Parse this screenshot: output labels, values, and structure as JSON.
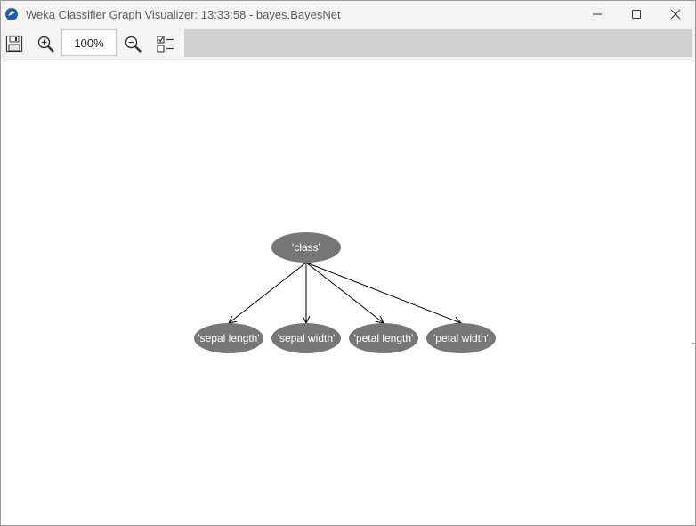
{
  "window": {
    "title": "Weka Classifier Graph Visualizer: 13:33:58 - bayes.BayesNet",
    "controls": [
      "minimize-icon",
      "maximize-icon",
      "close-icon"
    ]
  },
  "toolbar": {
    "buttons": [
      {
        "name": "save-icon",
        "label": ""
      },
      {
        "name": "zoom-in-icon",
        "label": ""
      },
      {
        "name": "zoom-out-icon",
        "label": ""
      },
      {
        "name": "layout-properties-icon",
        "label": ""
      }
    ],
    "zoom_value": "100%"
  },
  "graph": {
    "nodes": [
      {
        "id": "class",
        "label": "'class'"
      },
      {
        "id": "sepal_length",
        "label": "'sepal length'"
      },
      {
        "id": "sepal_width",
        "label": "'sepal width'"
      },
      {
        "id": "petal_length",
        "label": "'petal length'"
      },
      {
        "id": "petal_width",
        "label": "'petal width'"
      }
    ],
    "edges": [
      {
        "from": "class",
        "to": "sepal_length"
      },
      {
        "from": "class",
        "to": "sepal_width"
      },
      {
        "from": "class",
        "to": "petal_length"
      },
      {
        "from": "class",
        "to": "petal_width"
      }
    ],
    "node_color": "#777777",
    "edge_color": "#000000"
  }
}
